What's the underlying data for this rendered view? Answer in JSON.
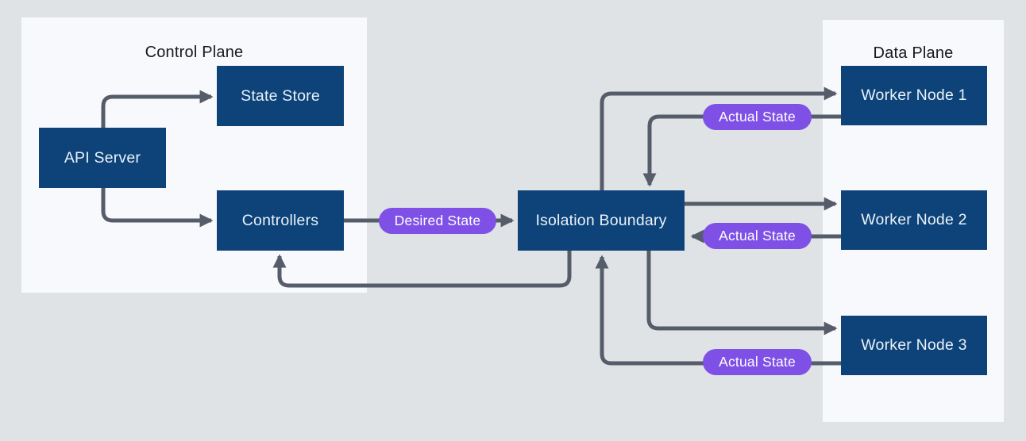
{
  "diagram": {
    "panels": {
      "control": {
        "title": "Control Plane"
      },
      "data": {
        "title": "Data Plane"
      }
    },
    "nodes": {
      "api_server": {
        "label": "API Server"
      },
      "state_store": {
        "label": "State Store"
      },
      "controllers": {
        "label": "Controllers"
      },
      "isolation_boundary": {
        "label": "Isolation Boundary"
      },
      "worker_node_1": {
        "label": "Worker Node 1"
      },
      "worker_node_2": {
        "label": "Worker Node 2"
      },
      "worker_node_3": {
        "label": "Worker Node 3"
      }
    },
    "edge_labels": {
      "desired_state": {
        "label": "Desired State"
      },
      "actual_state_1": {
        "label": "Actual State"
      },
      "actual_state_2": {
        "label": "Actual State"
      },
      "actual_state_3": {
        "label": "Actual State"
      }
    },
    "edges": [
      {
        "from": "api_server",
        "to": "state_store",
        "label": ""
      },
      {
        "from": "api_server",
        "to": "controllers",
        "label": ""
      },
      {
        "from": "controllers",
        "to": "isolation_boundary",
        "label": "Desired State"
      },
      {
        "from": "isolation_boundary",
        "to": "worker_node_1",
        "label": ""
      },
      {
        "from": "worker_node_1",
        "to": "isolation_boundary",
        "label": "Actual State"
      },
      {
        "from": "isolation_boundary",
        "to": "worker_node_2",
        "label": ""
      },
      {
        "from": "worker_node_2",
        "to": "isolation_boundary",
        "label": "Actual State"
      },
      {
        "from": "isolation_boundary",
        "to": "worker_node_3",
        "label": ""
      },
      {
        "from": "worker_node_3",
        "to": "isolation_boundary",
        "label": "Actual State"
      },
      {
        "from": "isolation_boundary",
        "to": "controllers",
        "label": ""
      }
    ],
    "colors": {
      "background": "#e0e3e6",
      "panel": "#f7f9fc",
      "node_fill": "#0d4378",
      "node_text": "#eaf2fa",
      "pill_fill": "#7f50e6",
      "pill_text": "#ffffff",
      "connector": "#565d6a",
      "title_text": "#17191d"
    }
  }
}
